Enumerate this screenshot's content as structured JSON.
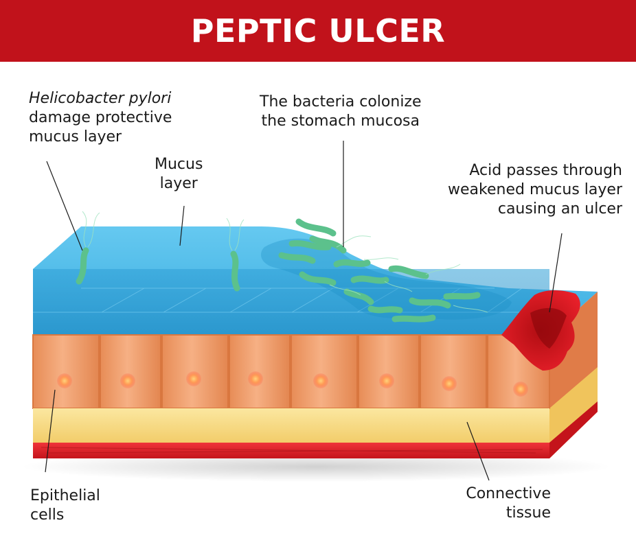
{
  "title": "PEPTIC ULCER",
  "labels": {
    "pylori": {
      "line1": "Helicobacter pylori",
      "line2": "damage protective",
      "line3": "mucus layer"
    },
    "colonize": {
      "line1": "The bacteria colonize",
      "line2": "the stomach mucosa"
    },
    "mucus": {
      "line1": "Mucus",
      "line2": "layer"
    },
    "acid": {
      "line1": "Acid passes through",
      "line2": "weakened mucus layer",
      "line3": "causing an ulcer"
    },
    "epithelial": {
      "line1": "Epithelial",
      "line2": "cells"
    },
    "connective": {
      "line1": "Connective",
      "line2": "tissue"
    }
  },
  "colors": {
    "banner": "#c1121b",
    "mucus": "#3db4e6",
    "epithelium": "#f0a16f",
    "connective": "#f7dc82",
    "blood": "#e41d24",
    "bacteria": "#5cc18c"
  }
}
